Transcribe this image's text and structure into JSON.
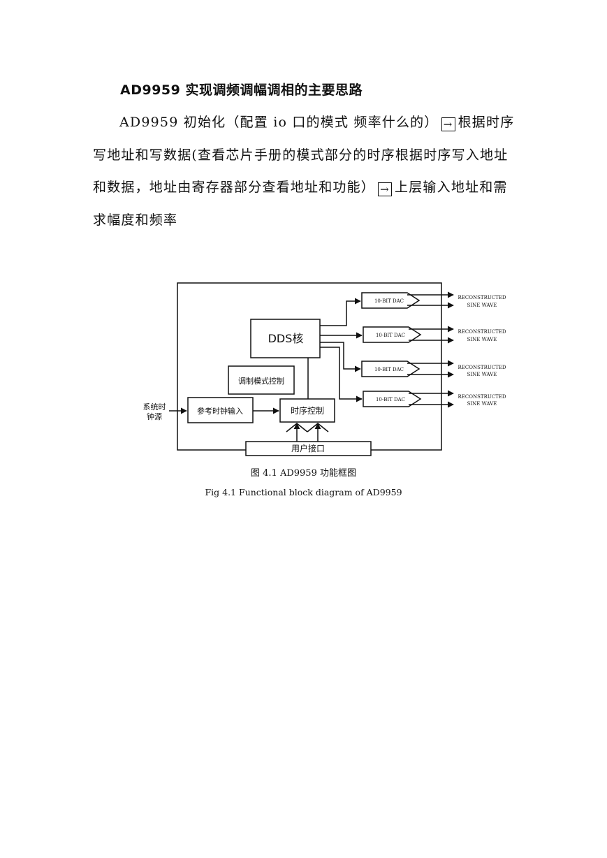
{
  "doc": {
    "heading": "AD9959 实现调频调幅调相的主要思路",
    "para": {
      "part1": "AD9959 初始化（配置 io 口的模式 频率什么的）",
      "arrow": "→",
      "part2": "根据时序写地址和写数据(查看芯片手册的模式部分的时序根据时序写入地址和数据，地址由寄存器部分查看地址和功能）",
      "part3": "上层输入地址和需求幅度和频率"
    }
  },
  "diagram": {
    "dds_core": "DDS核",
    "mod_ctrl": "调制模式控制",
    "ref_clock": "参考时钟输入",
    "timing_ctrl": "时序控制",
    "user_if": "用户接口",
    "sys_clock_line1": "系统时",
    "sys_clock_line2": "钟源",
    "dacs": [
      {
        "label": "10-BIT DAC",
        "out1": "RECONSTRUCTED",
        "out2": "SINE WAVE"
      },
      {
        "label": "10-BIT DAC",
        "out1": "RECONSTRUCTED",
        "out2": "SINE WAVE"
      },
      {
        "label": "10-BIT DAC",
        "out1": "RECONSTRUCTED",
        "out2": "SINE WAVE"
      },
      {
        "label": "10-BIT DAC",
        "out1": "RECONSTRUCTED",
        "out2": "SINE WAVE"
      }
    ]
  },
  "captions": {
    "cn": "图 4.1 AD9959 功能框图",
    "en": "Fig 4.1 Functional block diagram of AD9959"
  }
}
